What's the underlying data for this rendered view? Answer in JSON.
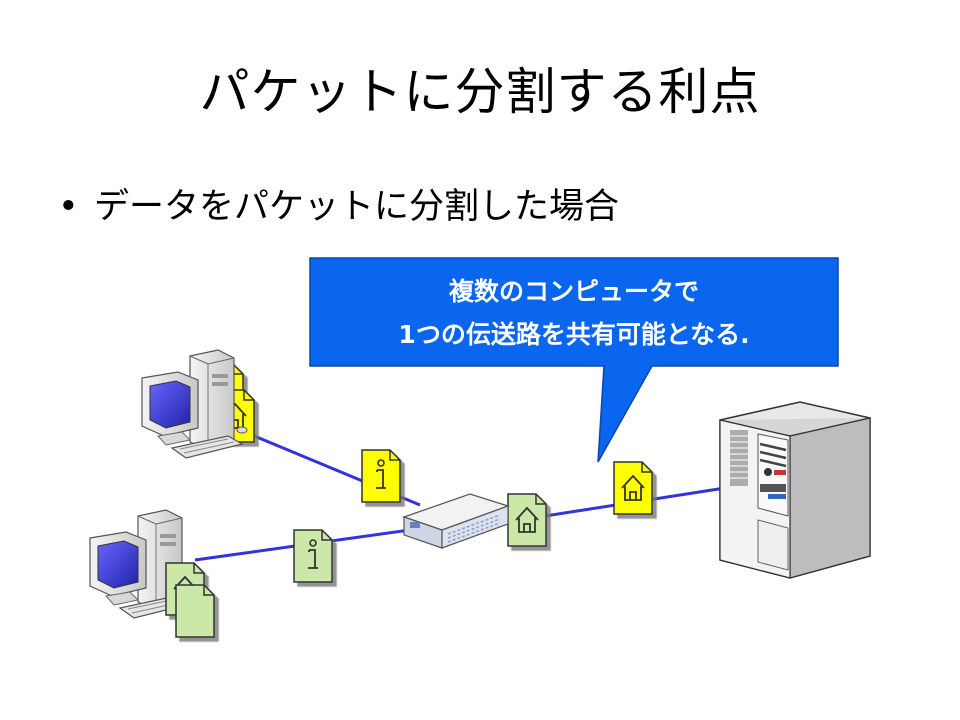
{
  "slide": {
    "title": "パケットに分割する利点",
    "bullet": "データをパケットに分割した場合"
  },
  "callout": {
    "line1": "複数のコンピュータで",
    "line2": "1つの伝送路を共有可能となる."
  },
  "colors": {
    "callout_fill": "#0a66ee",
    "link_line": "#3333dd",
    "packet_yellow": "#ffff00",
    "packet_green": "#cce8a8"
  },
  "icons": {
    "info_packet": "info-icon",
    "home_packet": "house-icon"
  }
}
